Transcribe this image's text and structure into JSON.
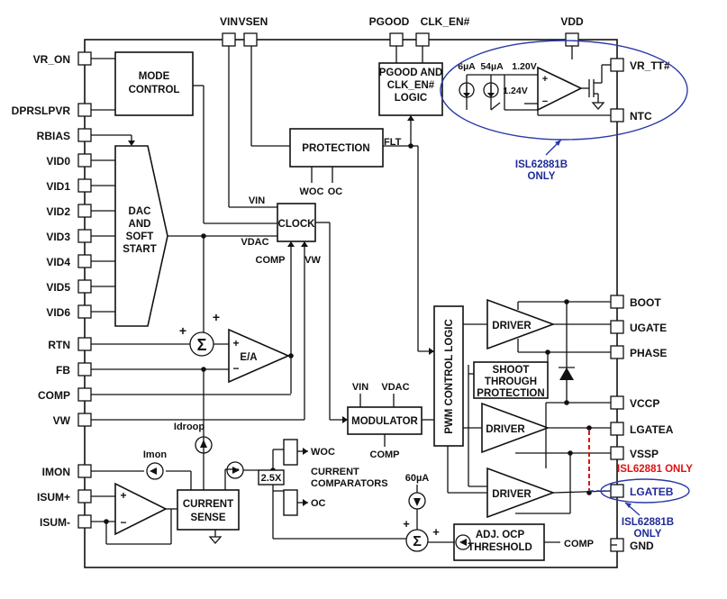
{
  "pins_left": [
    "VR_ON",
    "DPRSLPVR",
    "RBIAS",
    "VID0",
    "VID1",
    "VID2",
    "VID3",
    "VID4",
    "VID5",
    "VID6",
    "RTN",
    "FB",
    "COMP",
    "VW",
    "IMON",
    "ISUM+",
    "ISUM-"
  ],
  "pins_top": [
    "VIN",
    "VSEN",
    "PGOOD",
    "CLK_EN#",
    "VDD"
  ],
  "pins_right": [
    "VR_TT#",
    "NTC",
    "BOOT",
    "UGATE",
    "PHASE",
    "VCCP",
    "LGATEA",
    "VSSP",
    "LGATEB",
    "GND"
  ],
  "blocks": {
    "mode": [
      "MODE",
      "CONTROL"
    ],
    "pgood": [
      "PGOOD AND",
      "CLK_EN#",
      "LOGIC"
    ],
    "protection": "PROTECTION",
    "dac": [
      "DAC",
      "AND",
      "SOFT",
      "START"
    ],
    "clock": "CLOCK",
    "ea": "E/A",
    "modulator": "MODULATOR",
    "pwm": "PWM CONTROL LOGIC",
    "driver": "DRIVER",
    "shoot": [
      "SHOOT",
      "THROUGH",
      "PROTECTION"
    ],
    "sense": [
      "CURRENT",
      "SENSE"
    ],
    "ocp": [
      "ADJ. OCP",
      "THRESHOLD"
    ]
  },
  "labels": {
    "flt": "FLT",
    "woc": "WOC",
    "oc": "OC",
    "vin": "VIN",
    "vdac": "VDAC",
    "comp": "COMP",
    "vw": "VW",
    "idroop": "Idroop",
    "imon": "Imon",
    "gain": "2.5X",
    "comparators": [
      "CURRENT",
      "COMPARATORS"
    ],
    "i60": "60µA",
    "i6": "6µA",
    "i54": "54µA",
    "v120": "1.20V",
    "v124": "1.24V",
    "plus": "+",
    "minus": "−",
    "sigma": "Σ"
  },
  "notes": {
    "isl_b_top": [
      "ISL62881B",
      "ONLY"
    ],
    "isl_only": "ISL62881 ONLY",
    "isl_b_bottom": [
      "ISL62881B",
      "ONLY"
    ]
  },
  "colors": {
    "line": "#111111",
    "blue_note": "#1f2a9a",
    "red_note": "#e01010",
    "ellipse": "#2a3aa8"
  }
}
